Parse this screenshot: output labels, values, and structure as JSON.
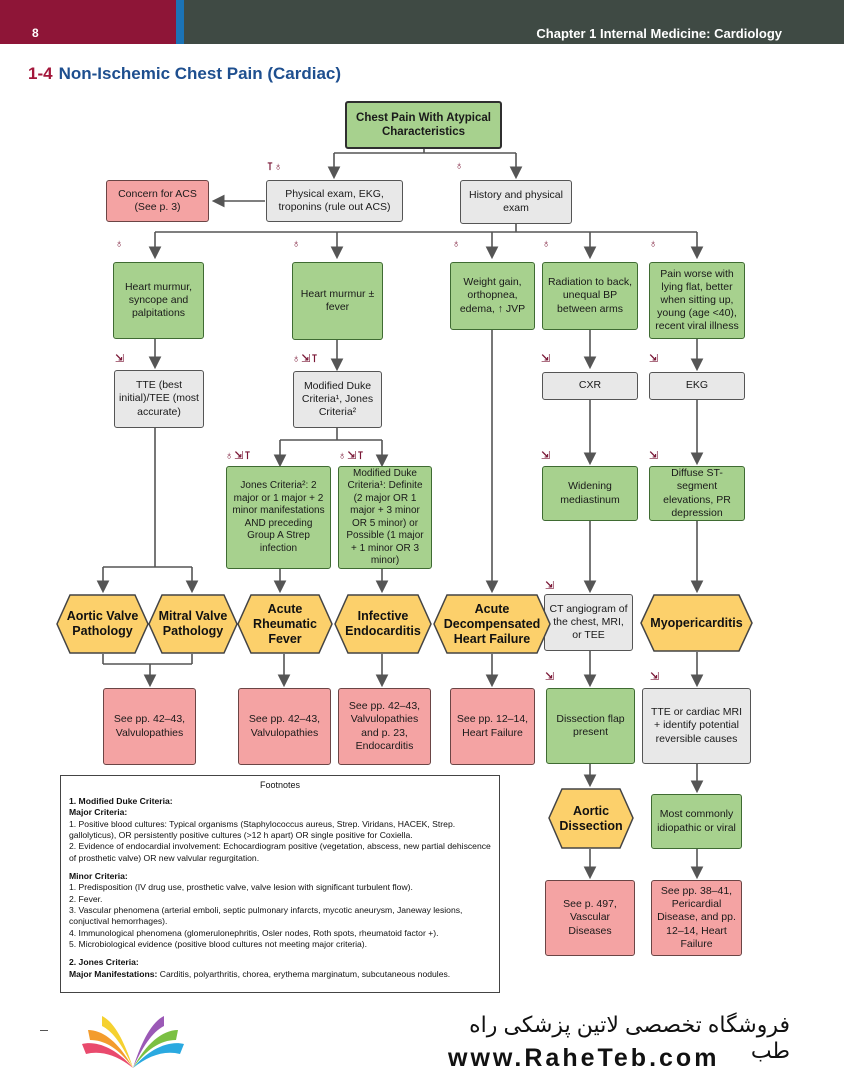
{
  "header": {
    "page_number": "8",
    "chapter": "Chapter 1  Internal Medicine: Cardiology"
  },
  "title": {
    "number": "1-4",
    "text": "Non-Ischemic Chest Pain (Cardiac)"
  },
  "colors": {
    "green": "#a7d18e",
    "gray": "#e8e8e8",
    "pink": "#f4a3a3",
    "hexagon": "#fcd06b",
    "maroon": "#8e1537",
    "title_blue": "#1e4f8f"
  },
  "nodes": {
    "start": "Chest Pain With Atypical Characteristics",
    "concern_acs": "Concern for ACS (See p. 3)",
    "physical_exam": "Physical exam, EKG, troponins (rule out ACS)",
    "history": "History and physical exam",
    "murmur_syncope": "Heart murmur, syncope and palpitations",
    "murmur_fever": "Heart murmur ± fever",
    "weight_gain": "Weight gain, orthopnea, edema, ↑ JVP",
    "radiation": "Radiation to back, unequal BP between arms",
    "pain_worse": "Pain worse with lying flat, better when sitting up, young (age <40), recent viral illness",
    "tte_tee": "TTE (best initial)/TEE (most accurate)",
    "modified_duke": "Modified Duke Criteria¹, Jones Criteria²",
    "cxr": "CXR",
    "ekg": "EKG",
    "jones_criteria": "Jones Criteria²: 2 major or 1 major + 2 minor manifestations AND preceding Group A Strep infection",
    "duke_definite": "Modified Duke Criteria¹: Definite (2 major OR 1 major + 3 minor OR 5 minor) or Possible (1 major + 1 minor OR 3 minor)",
    "widening": "Widening mediastinum",
    "diffuse_st": "Diffuse ST-segment elevations, PR depression",
    "ct_angiogram": "CT angiogram of the chest, MRI, or TEE",
    "dissection_flap": "Dissection flap present",
    "tte_cardiac_mri": "TTE or cardiac MRI + identify potential reversible causes",
    "most_common": "Most commonly idiopathic or viral",
    "see_valv1": "See pp. 42–43, Valvulopathies",
    "see_valv2": "See pp. 42–43, Valvulopathies",
    "see_endo": "See pp. 42–43, Valvulopathies and p. 23, Endocarditis",
    "see_hf": "See pp. 12–14, Heart Failure",
    "see_vascular": "See p. 497, Vascular Diseases",
    "see_pericardial": "See pp. 38–41, Pericardial Disease, and pp. 12–14, Heart Failure"
  },
  "diagnoses": {
    "aortic_valve": "Aortic Valve Pathology",
    "mitral_valve": "Mitral Valve Pathology",
    "rheumatic": "Acute Rheumatic Fever",
    "endocarditis": "Infective Endocarditis",
    "heart_failure": "Acute Decompensated Heart Failure",
    "myopericarditis": "Myopericarditis",
    "aortic_dissection": "Aortic Dissection"
  },
  "footnotes": {
    "heading": "Footnotes",
    "s1_title": "1. Modified Duke Criteria:",
    "major_title": "Major Criteria:",
    "major_1": "1. Positive blood cultures: Typical organisms (Staphylococcus aureus, Strep. Viridans, HACEK, Strep. gallolyticus), OR persistently positive cultures (>12 h apart) OR single positive for Coxiella.",
    "major_2": "2. Evidence of endocardial involvement: Echocardiogram positive (vegetation, abscess, new partial dehiscence of prosthetic valve) OR new valvular regurgitation.",
    "minor_title": "Minor Criteria:",
    "minor_1": "1. Predisposition (IV drug use, prosthetic valve, valve lesion with significant turbulent flow).",
    "minor_2": "2. Fever.",
    "minor_3": "3. Vascular phenomena (arterial emboli, septic pulmonary infarcts, mycotic aneurysm, Janeway lesions, conjuctival hemorrhages).",
    "minor_4": "4. Immunological phenomena (glomerulonephritis, Osler nodes, Roth spots, rheumatoid factor +).",
    "minor_5": "5. Microbiological evidence (positive blood cultures not meeting major criteria).",
    "s2_title": "2. Jones Criteria:",
    "major_manif_label": "Major Manifestations:",
    "major_manif": "Carditis, polyarthritis, chorea, erythema marginatum, subcutaneous nodules."
  },
  "watermark": {
    "persian": "فروشگاه تخصصی لاتین پزشکی  راه طب",
    "url": "www.RaheTeb.com"
  }
}
